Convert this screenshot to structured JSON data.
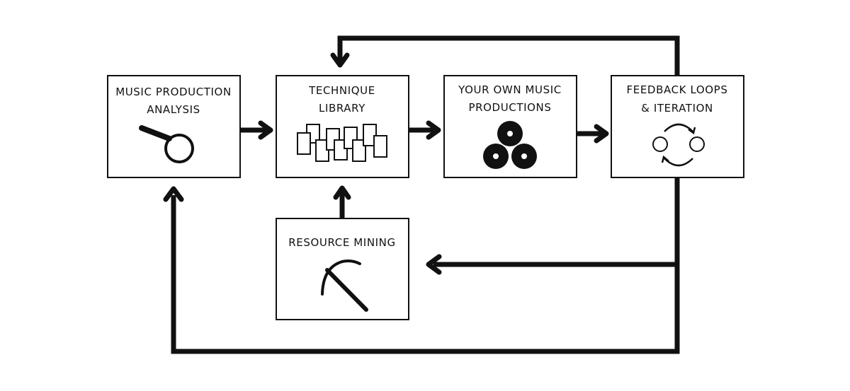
{
  "diagram": {
    "nodes": {
      "analysis": {
        "line1": "MUSIC PRODUCTION",
        "line2": "ANALYSIS",
        "icon": "magnifying-glass-icon"
      },
      "technique": {
        "line1": "TECHNIQUE",
        "line2": "LIBRARY",
        "icon": "cards-icon"
      },
      "productions": {
        "line1": "YOUR OWN MUSIC",
        "line2": "PRODUCTIONS",
        "icon": "records-icon"
      },
      "feedback": {
        "line1": "FEEDBACK LOOPS",
        "line2": "& ITERATION",
        "icon": "cycle-icon"
      },
      "mining": {
        "line1": "RESOURCE MINING",
        "icon": "pickaxe-icon"
      }
    },
    "edges": [
      {
        "from": "analysis",
        "to": "technique"
      },
      {
        "from": "technique",
        "to": "productions"
      },
      {
        "from": "productions",
        "to": "feedback"
      },
      {
        "from": "mining",
        "to": "technique"
      },
      {
        "from": "feedback",
        "to": "technique"
      },
      {
        "from": "feedback",
        "to": "mining"
      },
      {
        "from": "feedback",
        "to": "analysis"
      }
    ],
    "colors": {
      "stroke": "#111111",
      "background": "#ffffff"
    }
  }
}
